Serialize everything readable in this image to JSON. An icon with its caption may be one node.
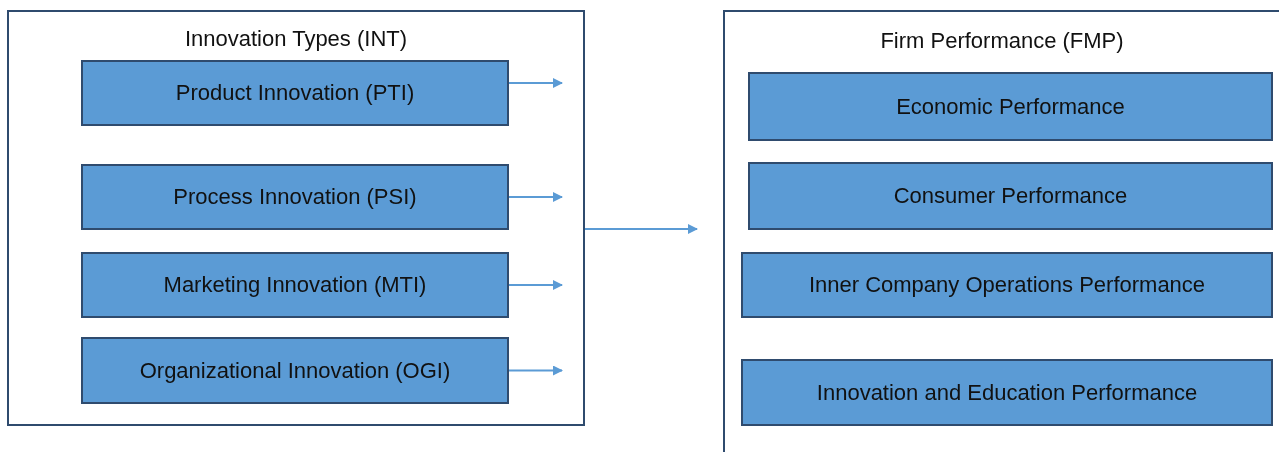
{
  "diagram": {
    "nodes": [
      {
        "text": [
          "Innovation Types (INT)"
        ]
      },
      {
        "text": [
          "Product Innovation (PTI)"
        ],
        "in": 0
      },
      {
        "text": [
          "Process Innovation (PSI)"
        ],
        "in": 0
      },
      {
        "text": [
          "Marketing Innovation (MTI)"
        ],
        "in": 0
      },
      {
        "text": [
          "Organizational Innovation (OGI)"
        ],
        "in": 0
      },
      {
        "text": [
          "Firm Performance (FMP)"
        ]
      },
      {
        "text": [
          "Economic Performance"
        ],
        "in": 5
      },
      {
        "text": [
          "Consumer Performance"
        ],
        "in": 5
      },
      {
        "text": [
          "Inner Company Operations Performance"
        ],
        "in": 5
      },
      {
        "text": [
          "Innovation and Education Performance"
        ],
        "in": 5
      }
    ],
    "edges": [
      {
        "from": 1,
        "to": null,
        "arrow": "to"
      },
      {
        "from": 2,
        "to": null,
        "arrow": "to"
      },
      {
        "from": 3,
        "to": null,
        "arrow": "to"
      },
      {
        "from": 4,
        "to": null,
        "arrow": "to"
      },
      {
        "from": 0,
        "to": 5,
        "arrow": "to"
      }
    ]
  }
}
